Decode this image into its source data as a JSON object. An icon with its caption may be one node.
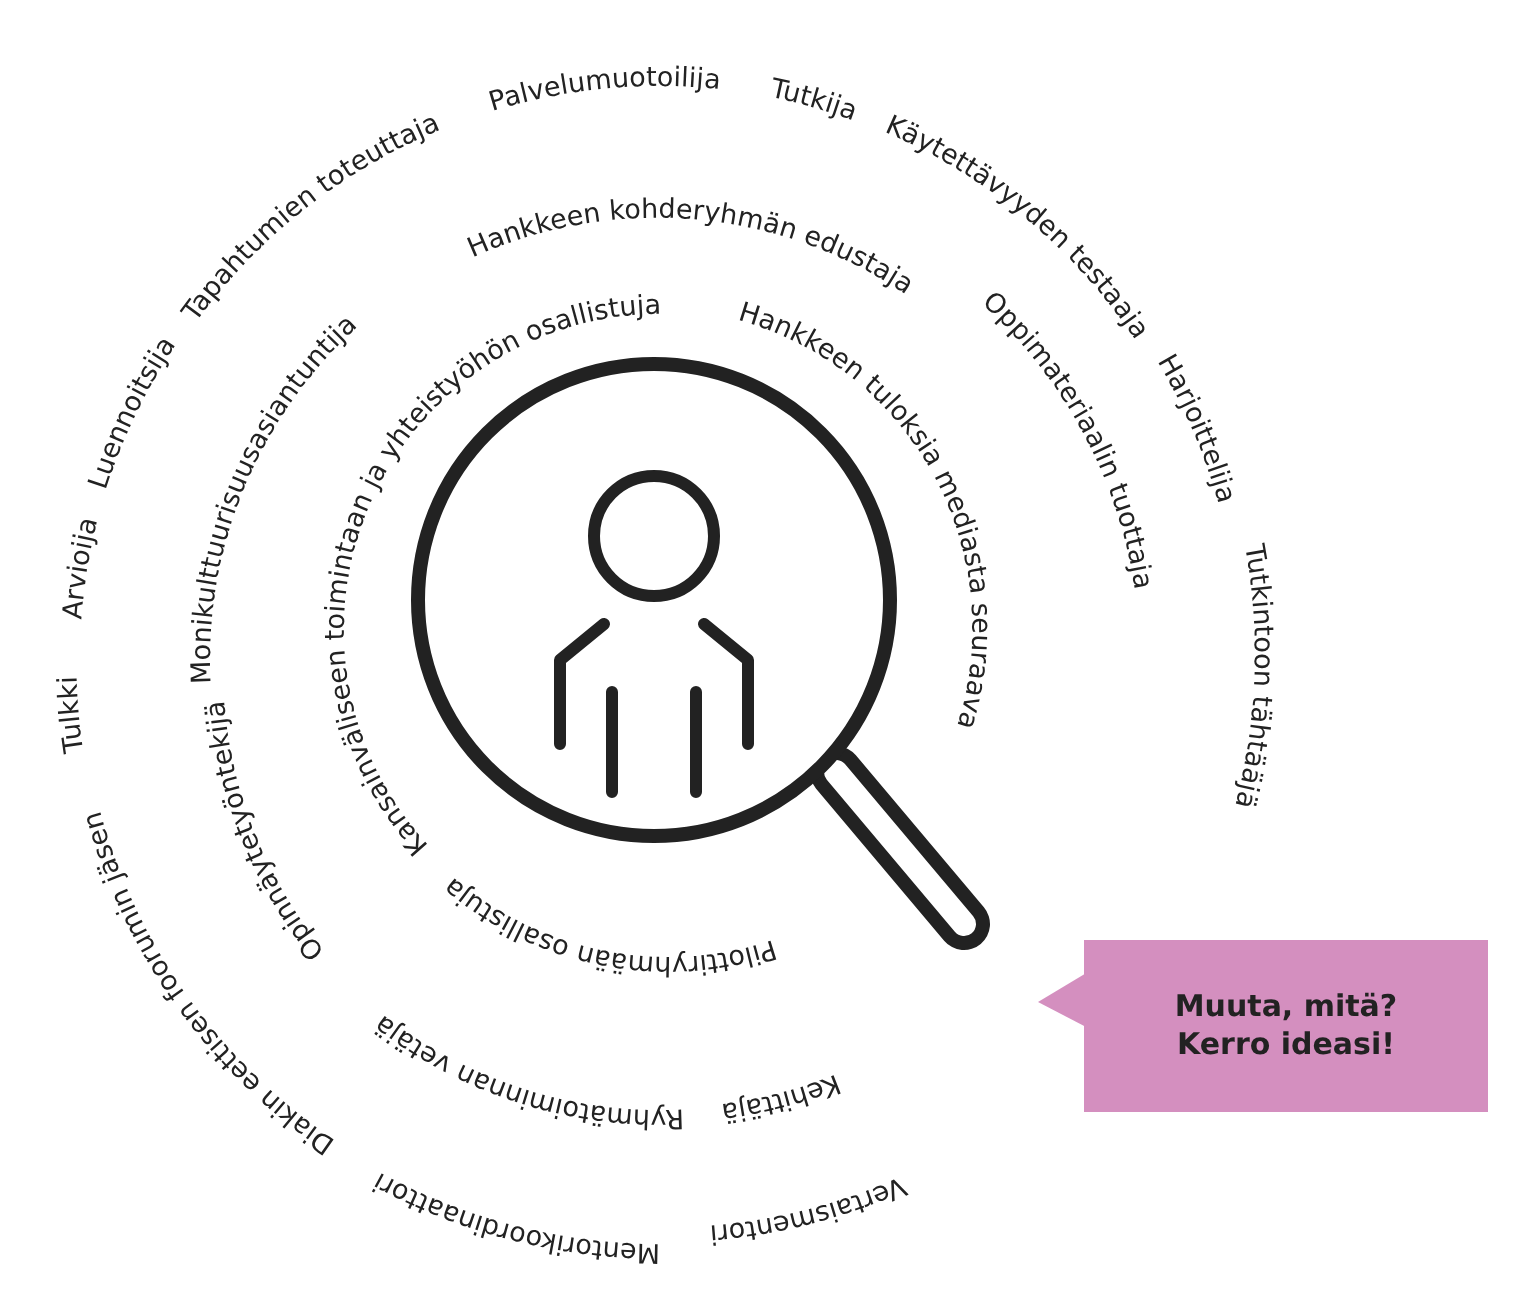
{
  "diagram": {
    "nodes": [
      {
        "text": [
          "Muuta, mitä? Kerro ideasi!"
        ]
      }
    ],
    "labels": [
      "Palvelumuotoilija",
      "Tutkija",
      "Tapahtumien toteuttaja",
      "Käytettävyyden testaaja",
      "Hankkeen kohderyhmän edustaja",
      "Monikulttuurisuusasiantuntija",
      "Kansainväliseen toimintaan ja yhteistyöhön osallistuja",
      "Hankkeen tuloksia mediasta seuraava",
      "Oppimateriaalin tuottaja",
      "Harjoittelija",
      "Arvioija",
      "Luennoitsija",
      "Tutkintoon tähtääjä",
      "Tulkki",
      "Opinnäytetyöntekijä",
      "Pilottiryhmään osallistuja",
      "Diakin eettisen foorumin jäsen",
      "Ryhmätoiminnan vetäjä",
      "Kehittäjä",
      "Mentorikoordinaattori",
      "Vertaismentori"
    ]
  }
}
